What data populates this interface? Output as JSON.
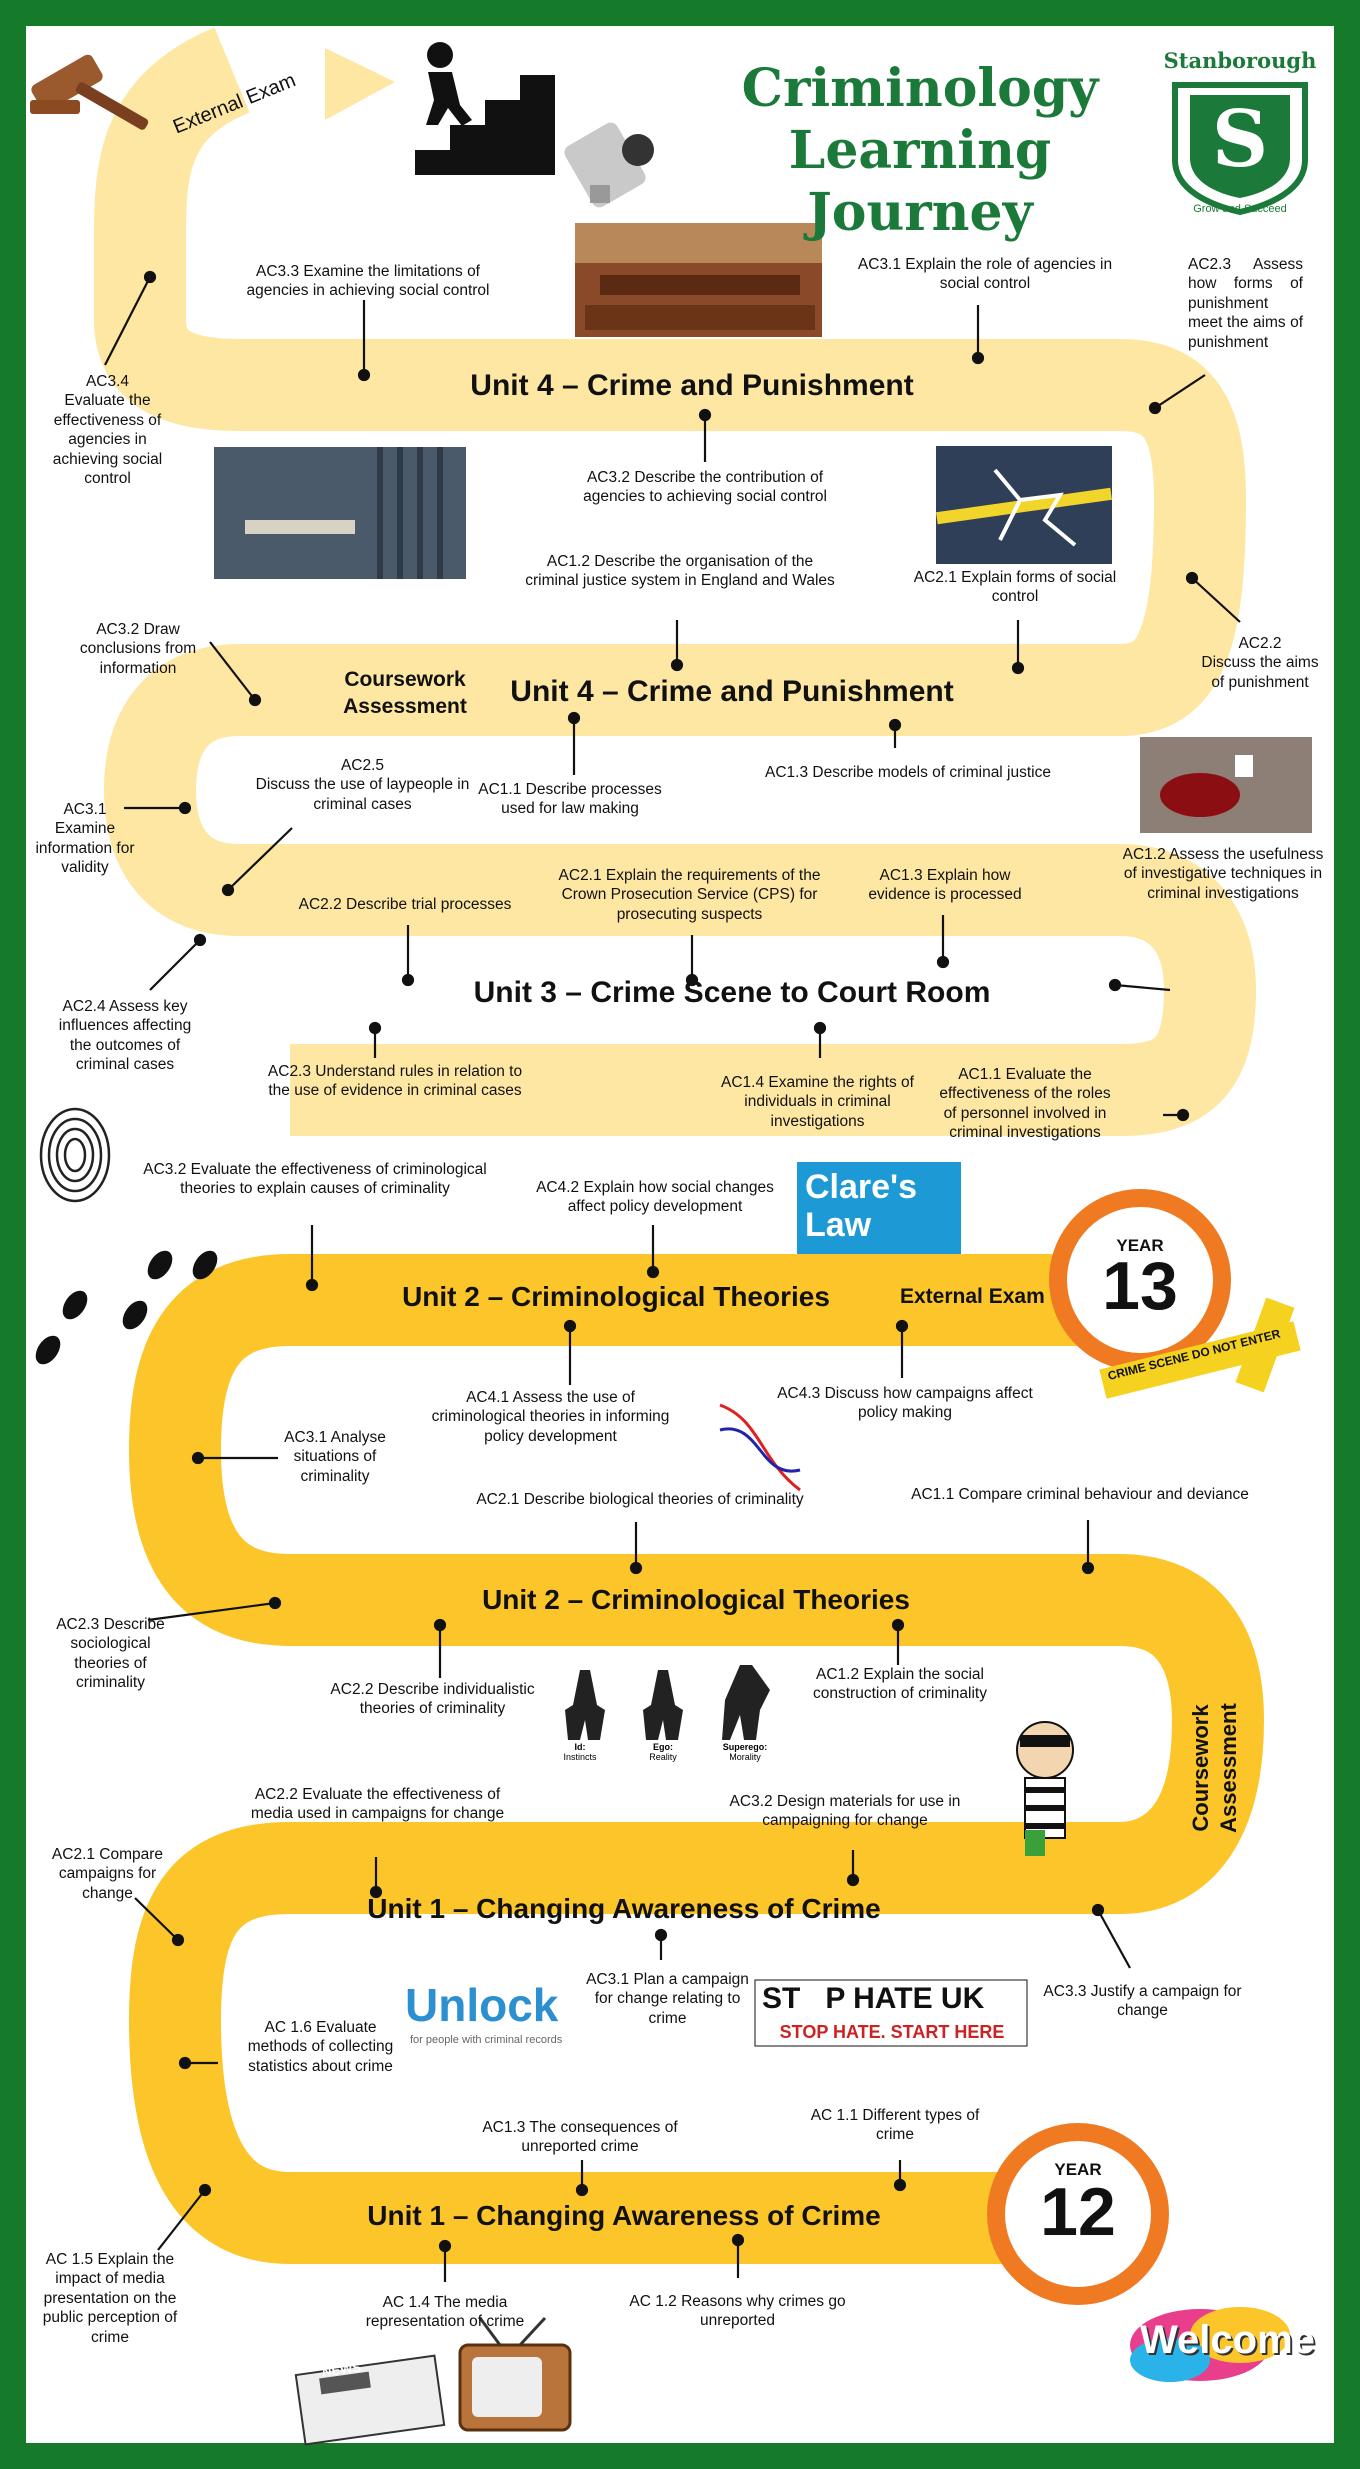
{
  "title": {
    "line1": "Criminology",
    "line2": "Learning Journey"
  },
  "badge": {
    "school": "Stanborough",
    "letter": "S",
    "motto": "Grow and Succeed"
  },
  "external_exam_arrow": "External Exam",
  "units": {
    "u4a": "Unit 4 – Crime and Punishment",
    "u4b": "Unit 4 – Crime and Punishment",
    "u3": "Unit 3 – Crime Scene to Court Room",
    "u2a": "Unit 2 – Criminological Theories",
    "u2b": "Unit 2 – Criminological Theories",
    "u1a": "Unit 1 – Changing Awareness of Crime",
    "u1b": "Unit 1 – Changing Awareness of Crime"
  },
  "side_labels": {
    "coursework_top": "Coursework\nAssessment",
    "external_exam_u2": "External Exam",
    "coursework_u2": "Coursework\nAssessment"
  },
  "years": {
    "y13_label": "YEAR",
    "y13_num": "13",
    "y12_label": "YEAR",
    "y12_num": "12"
  },
  "logos": {
    "clares_law": "Clare's Law",
    "unlock": "Unlock",
    "unlock_tag": "for people with criminal records",
    "stophate": "ST   P HATE UK",
    "stophate_tag": "STOP HATE. START HERE",
    "welcome": "Welcome",
    "news": "NEWS",
    "tape1": "CRIME SCENE DO NOT ENTER",
    "id": "Id:",
    "id_sub": "Instincts",
    "ego": "Ego:",
    "ego_sub": "Reality",
    "superego": "Superego:",
    "superego_sub": "Morality"
  },
  "criteria": {
    "u4_ac33": "AC3.3 Examine the limitations of agencies in achieving social control",
    "u4_ac31": "AC3.1 Explain the role of agencies in social control",
    "u4_ac23": "AC2.3  Assess how  forms  of punishment meet  the  aims of punishment",
    "u4_ac34": "AC3.4\nEvaluate the effectiveness of agencies in achieving social control",
    "u4_ac32": "AC3.2 Describe the contribution of agencies to achieving social control",
    "u4_ac12": "AC1.2 Describe the organisation of the criminal justice system in England and Wales",
    "u4_ac21": "AC2.1 Explain forms of social control",
    "u4_ac22": "AC2.2\nDiscuss the aims of punishment",
    "u4_ac32b": "AC3.2 Draw conclusions from information",
    "u4_ac25": "AC2.5\nDiscuss the use of laypeople in criminal cases",
    "u4_ac11": "AC1.1 Describe processes used for law making",
    "u4_ac13": "AC1.3 Describe models of criminal justice",
    "u3_ac31": "AC3.1\nExamine information for validity",
    "u3_ac12": "AC1.2 Assess the usefulness of investigative techniques in criminal investigations",
    "u3_ac22": "AC2.2 Describe trial processes",
    "u3_ac21": "AC2.1 Explain the requirements of the Crown Prosecution Service (CPS) for prosecuting suspects",
    "u3_ac13": "AC1.3 Explain how evidence is processed",
    "u3_ac24": "AC2.4 Assess key influences affecting the outcomes of criminal cases",
    "u3_ac23": "AC2.3 Understand rules in relation to the use of evidence in criminal cases",
    "u3_ac14": "AC1.4 Examine the rights of individuals in criminal investigations",
    "u3_ac11": "AC1.1 Evaluate the effectiveness of the roles of personnel involved in criminal investigations",
    "u2_ac32": "AC3.2 Evaluate the effectiveness of criminological theories to explain causes of criminality",
    "u2_ac42": "AC4.2 Explain how social changes affect policy development",
    "u2_ac41": "AC4.1 Assess the use of criminological theories in informing policy development",
    "u2_ac43": "AC4.3 Discuss how campaigns affect policy making",
    "u2_ac31": "AC3.1 Analyse situations of criminality",
    "u2_ac21": "AC2.1 Describe biological theories of criminality",
    "u2_ac11": "AC1.1 Compare criminal behaviour and deviance",
    "u2_ac23": "AC2.3 Describe sociological theories of criminality",
    "u2_ac22": "AC2.2 Describe individualistic theories of criminality",
    "u2_ac12": "AC1.2 Explain the social construction of criminality",
    "u1_ac22": "AC2.2 Evaluate the effectiveness of media used in campaigns for change",
    "u1_ac32": "AC3.2 Design materials for use in campaigning for change",
    "u1_ac21": "AC2.1 Compare campaigns for change",
    "u1_ac31": "AC3.1 Plan a campaign for change relating to crime",
    "u1_ac33": "AC3.3 Justify a campaign for change",
    "u1_ac16": "AC 1.6 Evaluate methods of collecting statistics about crime",
    "u1_ac13": "AC1.3 The consequences of unreported crime",
    "u1_ac11": "AC 1.1 Different types of crime",
    "u1_ac15": "AC 1.5 Explain the impact of media presentation on the public perception of crime",
    "u1_ac14": "AC 1.4 The media representation of crime",
    "u1_ac12": "AC 1.2 Reasons why crimes go unreported"
  },
  "colors": {
    "border": "#157a2a",
    "path_light": "#fde7a3",
    "path_dark": "#fcc52a",
    "title_green": "#1b7a3a",
    "year_orange": "#ef7a22"
  }
}
